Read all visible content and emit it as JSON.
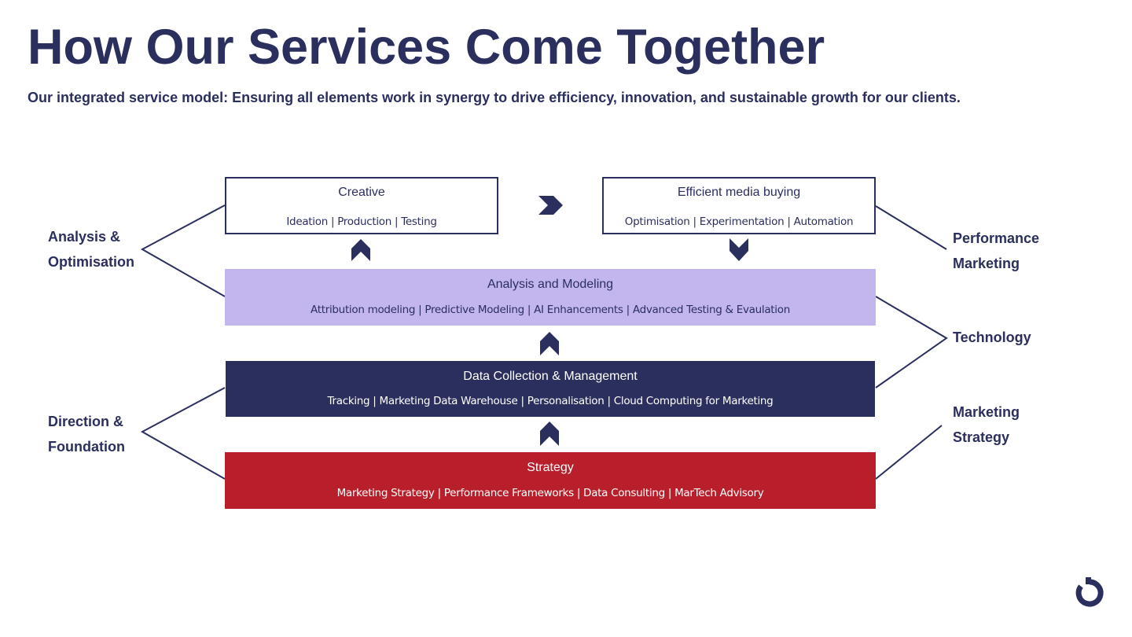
{
  "header": {
    "title": "How Our Services Come Together",
    "subtitle": "Our integrated service model: Ensuring all elements work in synergy to drive efficiency, innovation, and sustainable growth for our clients."
  },
  "boxes": {
    "creative": {
      "heading": "Creative",
      "items": "Ideation | Production | Testing"
    },
    "media": {
      "heading": "Efficient media buying",
      "items": "Optimisation | Experimentation | Automation"
    },
    "analysis": {
      "heading": "Analysis and Modeling",
      "items": "Attribution modeling | Predictive Modeling | AI Enhancements | Advanced Testing & Evaulation"
    },
    "data": {
      "heading": "Data Collection & Management",
      "items": "Tracking | Marketing Data Warehouse | Personalisation | Cloud Computing for Marketing"
    },
    "strategy": {
      "heading": "Strategy",
      "items": "Marketing Strategy | Performance Frameworks | Data Consulting | MarTech Advisory"
    }
  },
  "labels": {
    "left_top": [
      "Analysis &",
      "Optimisation"
    ],
    "left_bottom": [
      "Direction &",
      "Foundation"
    ],
    "right_top": [
      "Performance",
      "Marketing"
    ],
    "right_middle": [
      "Technology"
    ],
    "right_bottom": [
      "Marketing",
      "Strategy"
    ]
  },
  "icons": {
    "arrow_right": "chevron-right-icon",
    "arrow_up": "chevron-up-icon",
    "arrow_down": "chevron-down-icon",
    "logo": "logo-icon"
  },
  "colors": {
    "navy": "#2b2f5e",
    "purple": "#c3b6ef",
    "red": "#b81f2b",
    "background": "#ffffff"
  }
}
